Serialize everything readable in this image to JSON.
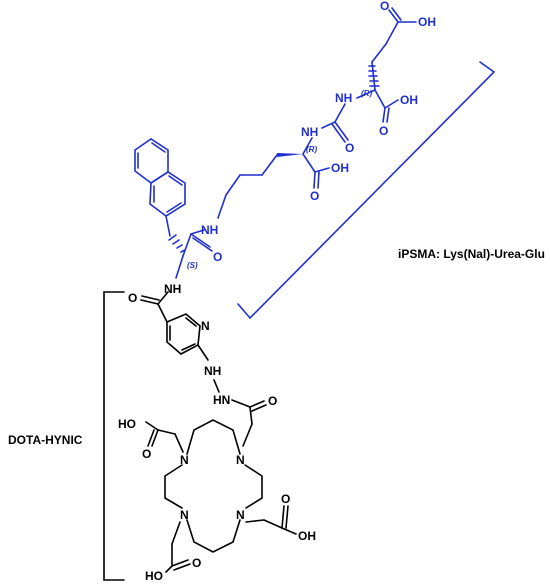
{
  "colors": {
    "psma": "#1f2fd0",
    "chelator": "#000000",
    "background": "#ffffff"
  },
  "captions": {
    "psma": "iPSMA: Lys(Nal)-Urea-Glu",
    "chelator": "DOTA-HYNIC"
  },
  "stereo": {
    "glu": "(R)",
    "lys": "(R)",
    "nal": "(S)"
  },
  "labels": {
    "glu_top_acid": "OH",
    "glu_top_o": "O",
    "glu_nh": "NH",
    "glu_alpha_acid": "OH",
    "glu_alpha_o": "O",
    "urea_nh": "NH",
    "urea_o": "O",
    "lys_acid": "OH",
    "lys_acid_o": "O",
    "lys_nh": "NH",
    "amide_o": "O",
    "nal_nh": "NH",
    "nic_o": "O",
    "pyridine_n": "N",
    "hydrazine_nh1": "NH",
    "hydrazine_nh2": "HN",
    "hynic_o": "O",
    "cyclen_n_tl": "N",
    "cyclen_n_tr": "N",
    "cyclen_n_bl": "N",
    "cyclen_n_br": "N",
    "arm_tl_ho": "HO",
    "arm_tl_o": "O",
    "arm_br_o": "O",
    "arm_br_oh": "OH",
    "arm_bl_ho": "HO",
    "arm_bl_o": "O"
  }
}
